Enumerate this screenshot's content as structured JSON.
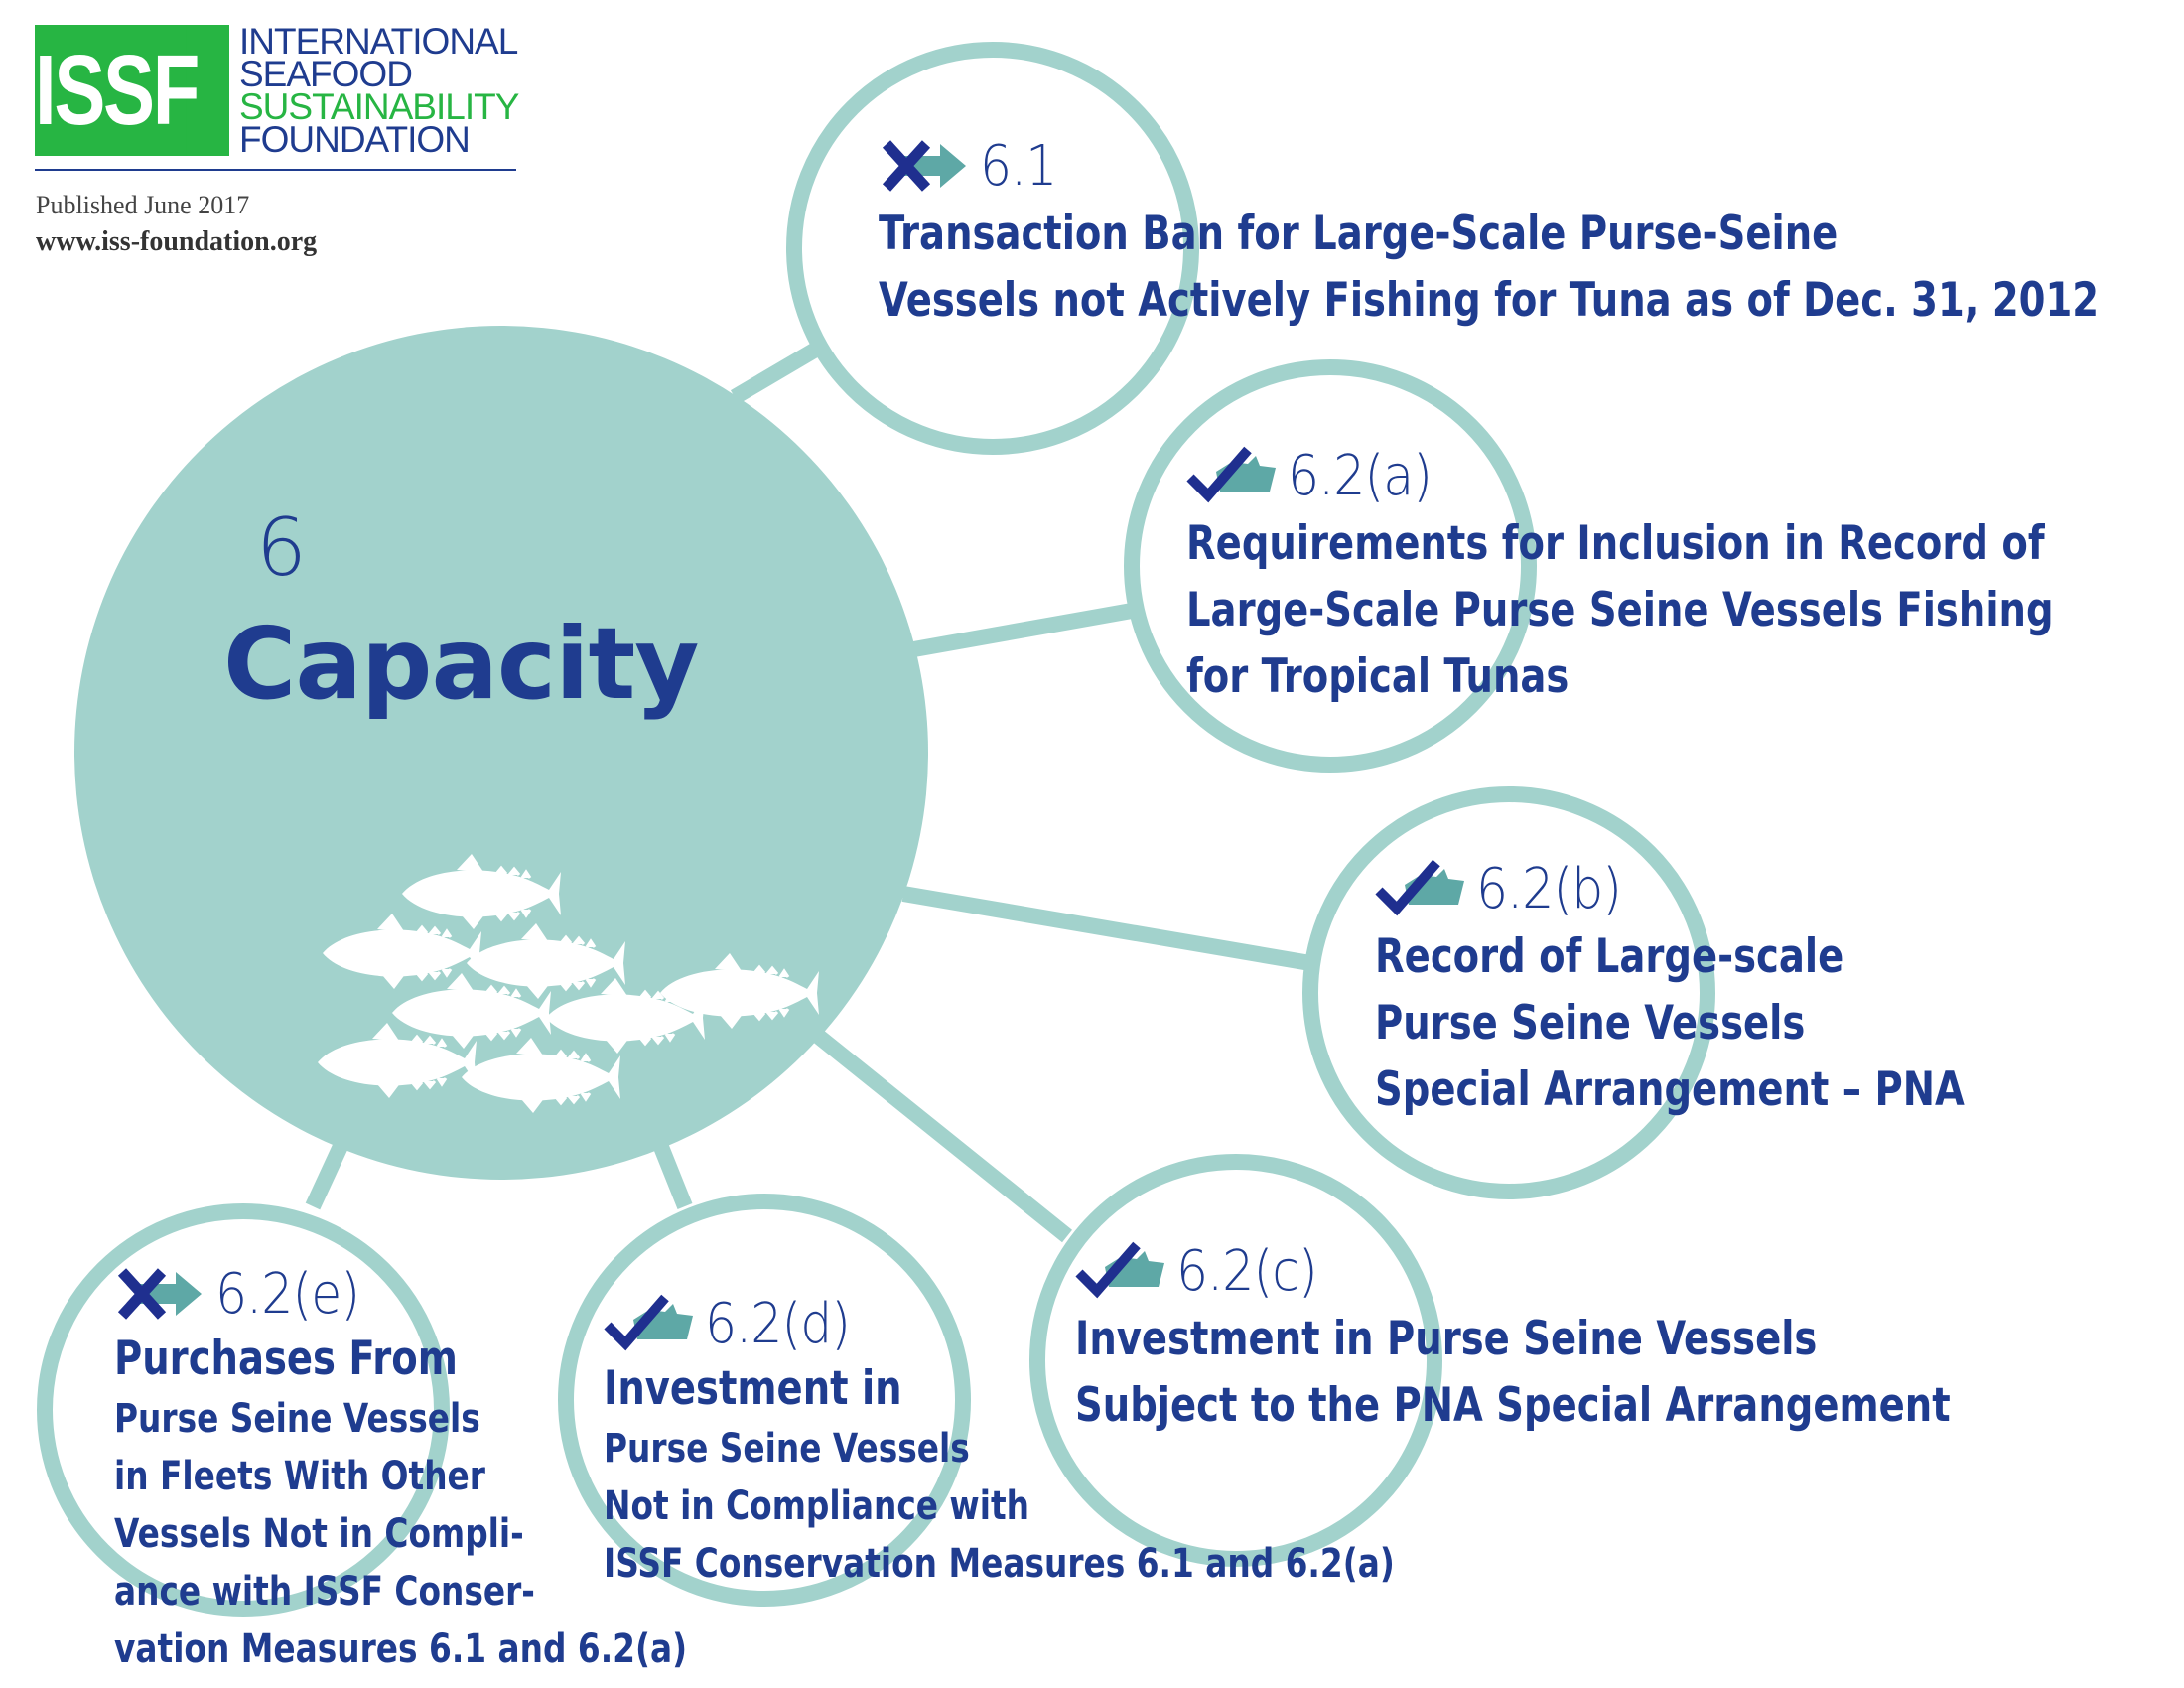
{
  "logo": {
    "mark": "ISSF",
    "lines": [
      "INTERNATIONAL",
      "SEAFOOD",
      "SUSTAINABILITY",
      "FOUNDATION"
    ]
  },
  "published": "Published June 2017",
  "website": "www.iss-foundation.org",
  "hub": {
    "number": "6",
    "title": "Capacity",
    "icon": "tuna-school-icon"
  },
  "colors": {
    "teal": "#a2d2cc",
    "teal_dark": "#5ea8a6",
    "navy": "#1f3c8f",
    "green": "#27b543"
  },
  "measures": [
    {
      "id": "m61",
      "code": "6.1",
      "status": "fail",
      "status_icon": "x-arrow-icon",
      "lines": [
        "Transaction Ban for Large-Scale Purse-Seine",
        "Vessels not Actively Fishing for Tuna as of Dec. 31, 2012"
      ]
    },
    {
      "id": "m62a",
      "code": "6.2(a)",
      "status": "pass",
      "status_icon": "check-boat-icon",
      "lines": [
        "Requirements for Inclusion in Record of",
        "Large-Scale Purse Seine Vessels Fishing",
        "for Tropical Tunas"
      ]
    },
    {
      "id": "m62b",
      "code": "6.2(b)",
      "status": "pass",
      "status_icon": "check-boat-icon",
      "lines": [
        "Record of Large-scale",
        "Purse Seine Vessels",
        "Special Arrangement – PNA"
      ]
    },
    {
      "id": "m62c",
      "code": "6.2(c)",
      "status": "pass",
      "status_icon": "check-boat-icon",
      "lines": [
        "Investment in Purse Seine Vessels",
        "Subject to the PNA Special Arrangement"
      ]
    },
    {
      "id": "m62d",
      "code": "6.2(d)",
      "status": "pass",
      "status_icon": "check-boat-icon",
      "lines": [
        "Investment in",
        "Purse Seine Vessels",
        "Not in Compliance with",
        "ISSF Conservation Measures 6.1 and 6.2(a)"
      ]
    },
    {
      "id": "m62e",
      "code": "6.2(e)",
      "status": "fail",
      "status_icon": "x-arrow-icon",
      "lines": [
        "Purchases From",
        "Purse Seine Vessels",
        "in Fleets With Other",
        "Vessels Not in Compli-",
        "ance with ISSF Conser-",
        "vation Measures 6.1 and 6.2(a)"
      ]
    }
  ]
}
